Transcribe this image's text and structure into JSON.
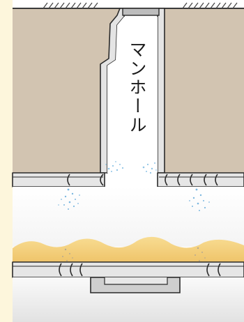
{
  "diagram": {
    "label": "マンホール",
    "elements": [
      {
        "name": "surface-hatch-left",
        "kind": "ground-surface"
      },
      {
        "name": "surface-hatch-right",
        "kind": "ground-surface"
      },
      {
        "name": "soil-left",
        "kind": "soil"
      },
      {
        "name": "soil-right",
        "kind": "soil"
      },
      {
        "name": "manhole-shaft",
        "kind": "manhole"
      },
      {
        "name": "upper-pipe",
        "kind": "cracked-pipe"
      },
      {
        "name": "cavity",
        "kind": "void"
      },
      {
        "name": "sand-layer",
        "kind": "sediment"
      },
      {
        "name": "lower-pipe",
        "kind": "cracked-pipe"
      },
      {
        "name": "manhole-base",
        "kind": "foundation"
      }
    ],
    "colors": {
      "page": "#fdf6dc",
      "soil": "#d2c4b1",
      "shaft": "#ffffff",
      "pipe": "#e6e6e6",
      "sand": "#f2c76a",
      "leak": "#8fc4e6"
    }
  }
}
